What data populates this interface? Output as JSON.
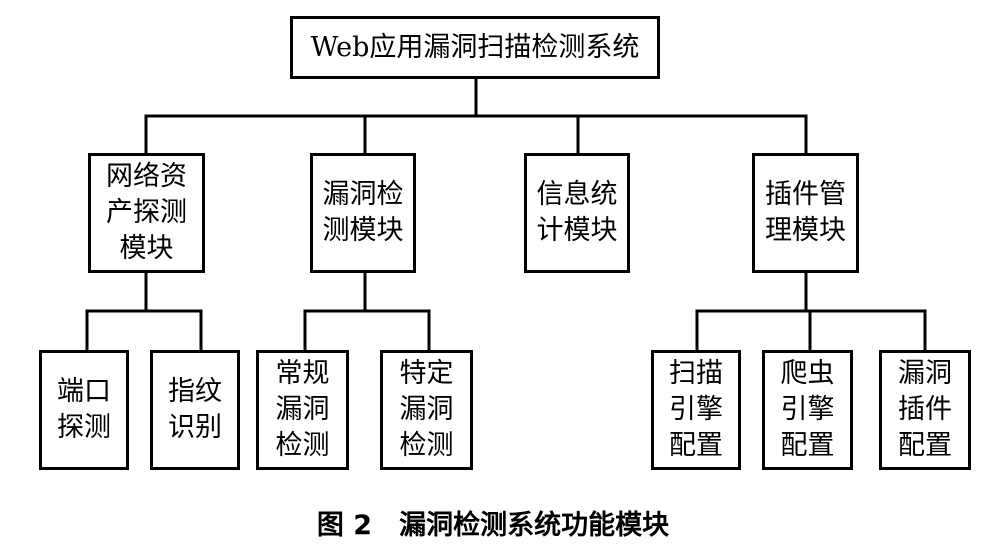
{
  "root": {
    "label": "Web应用漏洞扫描检测系统"
  },
  "modules": [
    {
      "key": "network-asset-probe",
      "label": "网络资\n产探测\n模块",
      "children": [
        {
          "key": "port-probe",
          "label": "端口\n探测"
        },
        {
          "key": "fingerprint",
          "label": "指纹\n识别"
        }
      ]
    },
    {
      "key": "vuln-detect",
      "label": "漏洞检\n测模块",
      "children": [
        {
          "key": "common-vuln",
          "label": "常规\n漏洞\n检测"
        },
        {
          "key": "specific-vuln",
          "label": "特定\n漏洞\n检测"
        }
      ]
    },
    {
      "key": "info-stats",
      "label": "信息统\n计模块",
      "children": []
    },
    {
      "key": "plugin-mgmt",
      "label": "插件管\n理模块",
      "children": [
        {
          "key": "scan-engine-config",
          "label": "扫描\n引擎\n配置"
        },
        {
          "key": "crawler-engine-config",
          "label": "爬虫\n引擎\n配置"
        },
        {
          "key": "vuln-plugin-config",
          "label": "漏洞\n插件\n配置"
        }
      ]
    }
  ],
  "caption": "图 2　漏洞检测系统功能模块"
}
